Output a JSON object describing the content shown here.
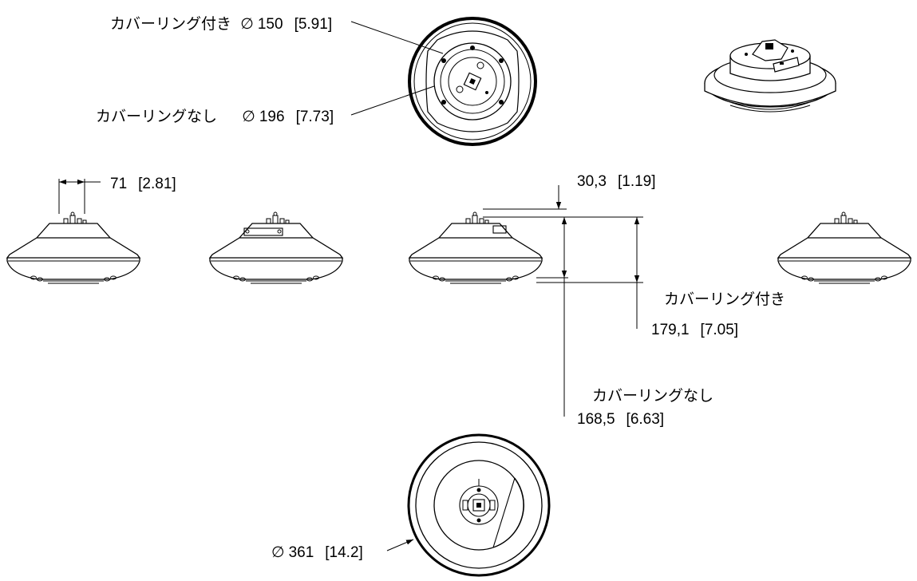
{
  "dimensions": {
    "cover_ring_on_diameter": {
      "label": "カバーリング付き",
      "symbol": "∅",
      "metric": "150",
      "imperial": "[5.91]"
    },
    "cover_ring_off_diameter": {
      "label": "カバーリングなし",
      "symbol": "∅",
      "metric": "196",
      "imperial": "[7.73]"
    },
    "mount_width": {
      "metric": "71",
      "imperial": "[2.81]"
    },
    "top_height": {
      "metric": "30,3",
      "imperial": "[1.19]"
    },
    "height_with_ring": {
      "label": "カバーリング付き",
      "metric": "179,1",
      "imperial": "[7.05]"
    },
    "height_without_ring": {
      "label": "カバーリングなし",
      "metric": "168,5",
      "imperial": "[6.63]"
    },
    "outer_diameter": {
      "symbol": "∅",
      "metric": "361",
      "imperial": "[14.2]"
    }
  },
  "colors": {
    "line": "#000000",
    "background": "#ffffff"
  }
}
